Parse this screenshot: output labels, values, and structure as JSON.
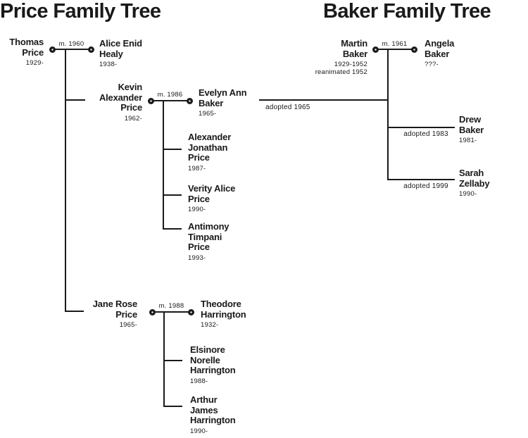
{
  "titles": {
    "price": "Price Family Tree",
    "baker": "Baker Family Tree"
  },
  "people": {
    "thomas": {
      "name": "Thomas\nPrice",
      "dates": "1929-"
    },
    "alice": {
      "name": "Alice Enid\nHealy",
      "dates": "1938-"
    },
    "kevin": {
      "name": "Kevin\nAlexander\nPrice",
      "dates": "1962-"
    },
    "evelyn": {
      "name": "Evelyn Ann\nBaker",
      "dates": "1965-"
    },
    "alexander": {
      "name": "Alexander\nJonathan\nPrice",
      "dates": "1987-"
    },
    "verity": {
      "name": "Verity Alice\nPrice",
      "dates": "1990-"
    },
    "antimony": {
      "name": "Antimony\nTimpani\nPrice",
      "dates": "1993-"
    },
    "jane": {
      "name": "Jane Rose\nPrice",
      "dates": "1965-"
    },
    "theodore": {
      "name": "Theodore\nHarrington",
      "dates": "1932-"
    },
    "elsinore": {
      "name": "Elsinore\nNorelle\nHarrington",
      "dates": "1988-"
    },
    "arthur": {
      "name": "Arthur\nJames\nHarrington",
      "dates": "1990-"
    },
    "martin": {
      "name": "Martin\nBaker",
      "dates": "1929-1952\nreanimated 1952"
    },
    "angela": {
      "name": "Angela\nBaker",
      "dates": "???-"
    },
    "drew": {
      "name": "Drew\nBaker",
      "dates": "1981-"
    },
    "sarah": {
      "name": "Sarah\nZellaby",
      "dates": "1990-"
    }
  },
  "marriages": {
    "thomas_alice": "m. 1960",
    "kevin_evelyn": "m. 1986",
    "jane_theodore": "m. 1988",
    "martin_angela": "m. 1961"
  },
  "adoptions": {
    "evelyn": "adopted 1965",
    "drew": "adopted 1983",
    "sarah": "adopted 1999"
  },
  "colors": {
    "ink": "#1a1a1a",
    "background": "#ffffff"
  }
}
